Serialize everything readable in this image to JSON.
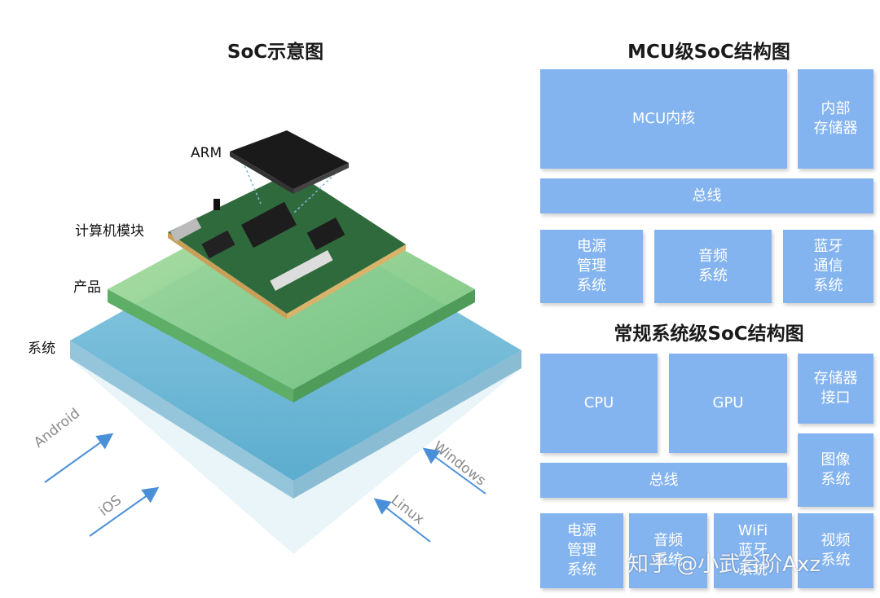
{
  "soc_diagram": {
    "title": "SoC示意图",
    "labels": {
      "arm": "ARM",
      "module": "计算机模块",
      "product": "产品",
      "system": "系统"
    },
    "os": [
      "Android",
      "iOS",
      "Windows",
      "Linux"
    ]
  },
  "mcu_soc": {
    "title": "MCU级SoC结构图",
    "blocks": {
      "core": "MCU内核",
      "memory": "内部\n存储器",
      "bus": "总线",
      "power": "电源\n管理\n系统",
      "audio": "音频\n系统",
      "bluetooth": "蓝牙\n通信\n系统"
    }
  },
  "general_soc": {
    "title": "常规系统级SoC结构图",
    "blocks": {
      "cpu": "CPU",
      "gpu": "GPU",
      "storage": "存储器\n接口",
      "image": "图像\n系统",
      "bus": "总线",
      "power": "电源\n管理\n系统",
      "audio": "音频\n系统",
      "wifi": "WiFi\n蓝牙\n系统",
      "video": "视频\n系统"
    }
  },
  "watermark": "知乎 @小武台阶Axz",
  "colors": {
    "block": "#84b4ef",
    "green_layer": "#8fd08e",
    "blue_layer": "#6fbad6",
    "arrow": "#4a90d9",
    "chip": "#1c1c1c",
    "pcb": "#2e6b3e"
  }
}
